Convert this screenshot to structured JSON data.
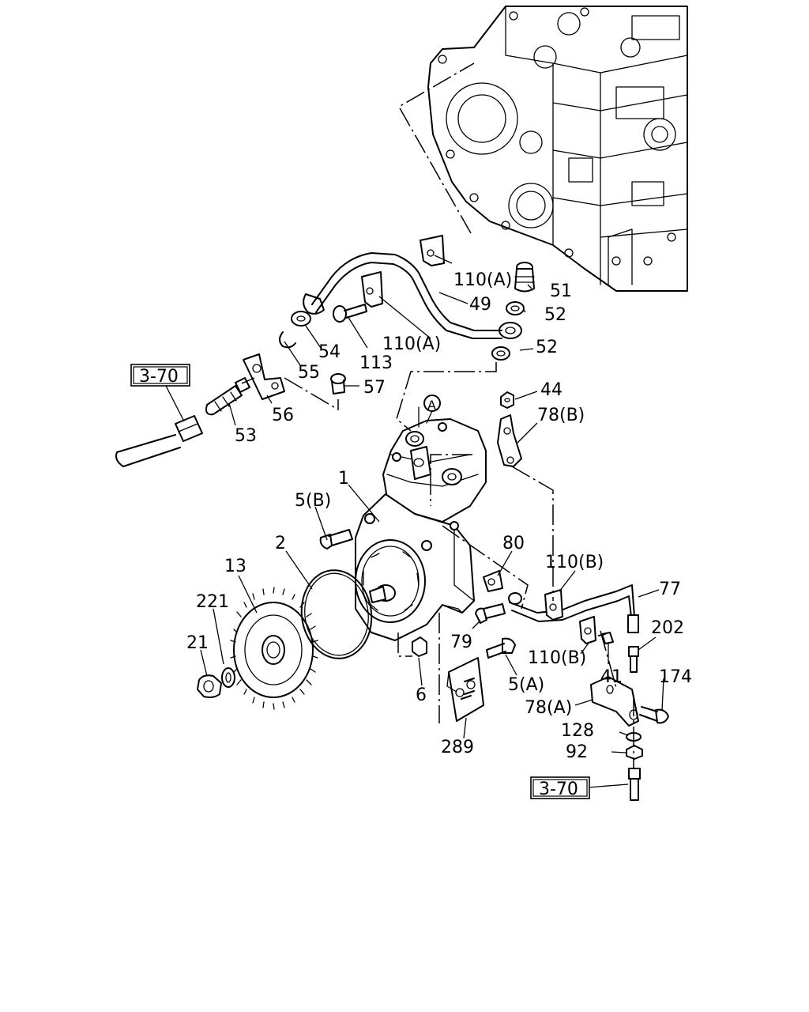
{
  "labels": {
    "p1": "1",
    "p2": "2",
    "p5b": "5(B)",
    "p5a": "5(A)",
    "p6": "6",
    "p13": "13",
    "p21": "21",
    "p221": "221",
    "p41": "41",
    "p44": "44",
    "p49": "49",
    "p51": "51",
    "p52a": "52",
    "p52b": "52",
    "p53": "53",
    "p54": "54",
    "p55": "55",
    "p56": "56",
    "p57": "57",
    "p77": "77",
    "p78a": "78(A)",
    "p78b": "78(B)",
    "p79": "79",
    "p80": "80",
    "p92": "92",
    "p110a1": "110(A)",
    "p110a2": "110(A)",
    "p110b1": "110(B)",
    "p110b2": "110(B)",
    "p113": "113",
    "p128": "128",
    "p174": "174",
    "p202": "202",
    "p289": "289",
    "refA": "A"
  },
  "references": {
    "ref1": "3-70",
    "ref2": "3-70"
  }
}
